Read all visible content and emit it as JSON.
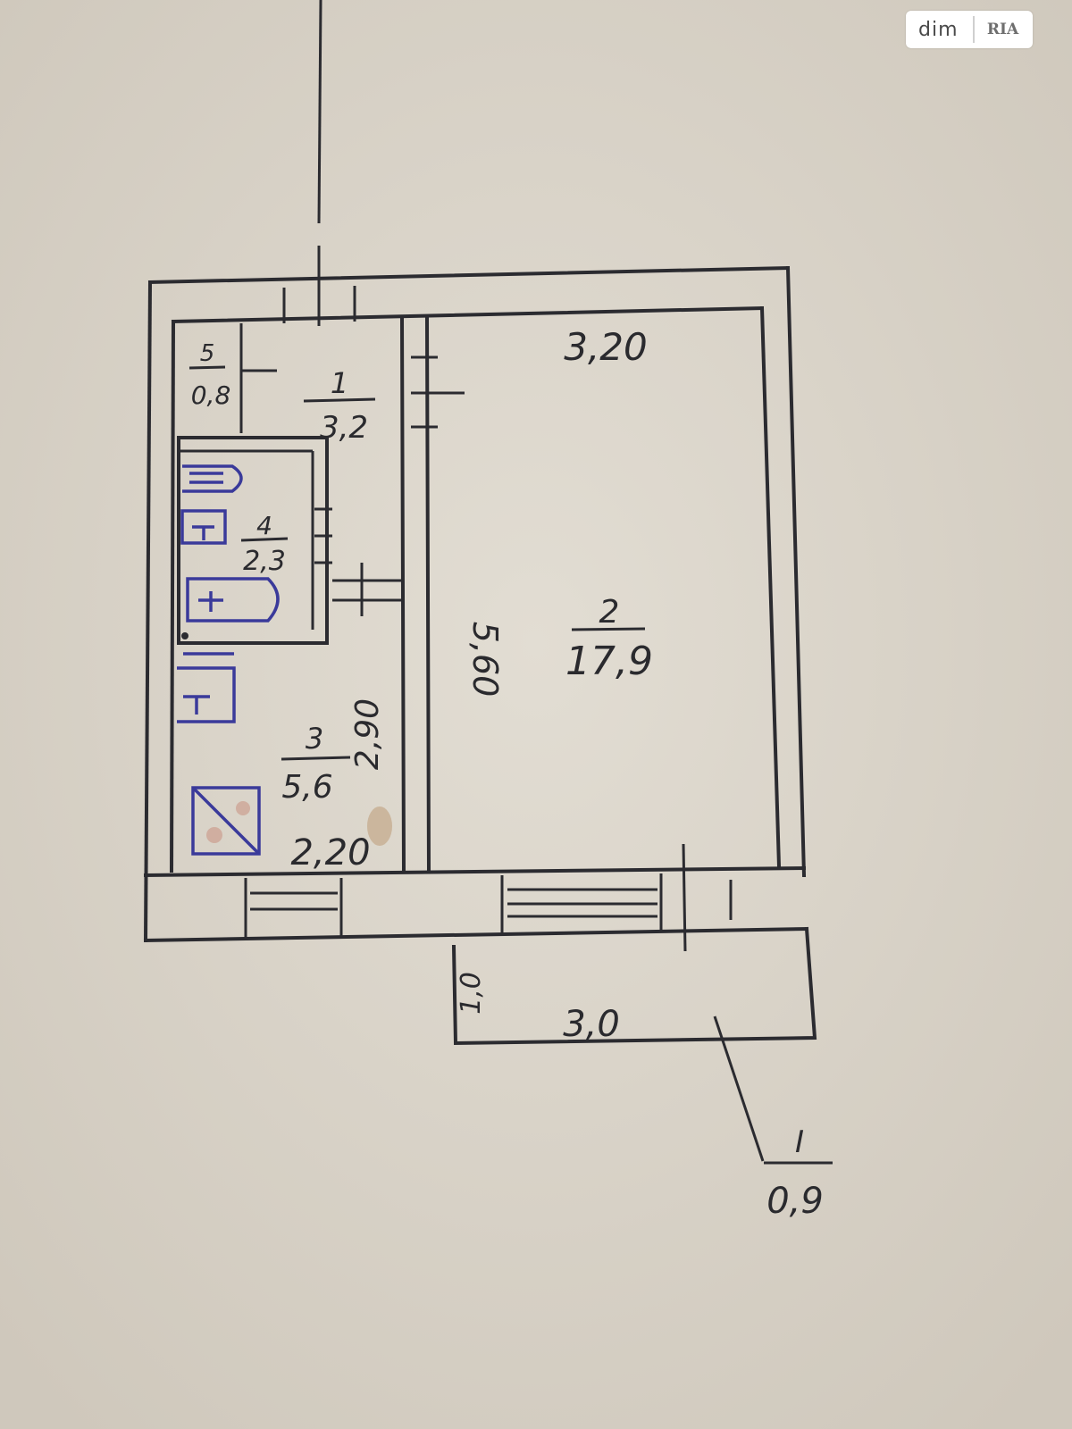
{
  "watermark": {
    "brand_left": "dim",
    "brand_right": "RIA"
  },
  "rooms": {
    "r1": {
      "number": "1",
      "area": "3,2"
    },
    "r2": {
      "number": "2",
      "area": "17,9"
    },
    "r3": {
      "number": "3",
      "area": "5,6"
    },
    "r4": {
      "number": "4",
      "area": "2,3"
    },
    "r5": {
      "number": "5",
      "area": "0,8"
    },
    "balcony": {
      "number": "I",
      "area": "0,9"
    }
  },
  "dimensions": {
    "main_width": "3,20",
    "main_length": "5,60",
    "kitchen_length": "2,90",
    "kitchen_width": "2,20",
    "balcony_width": "3,0",
    "balcony_depth": "1,0"
  },
  "colors": {
    "ink": "#2b2b30",
    "fixture_ink": "#3a3a9a",
    "paper": "#d9d3c8"
  }
}
